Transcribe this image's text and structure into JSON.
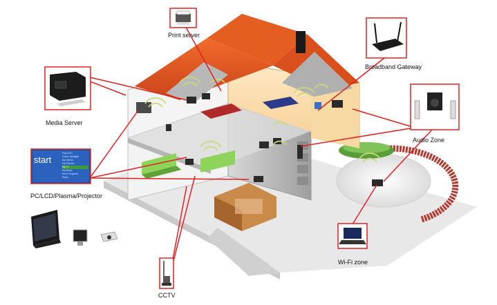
{
  "labels": {
    "print_server": "Print server",
    "broadband_gateway": "Broadband Gateway",
    "media_server": "Media Server",
    "audio_zone": "Audio Zone",
    "pc_display": "PC/LCD/Plasma/Projector",
    "wifi_zone": "Wi-Fi zone",
    "cctv": "CCTV"
  },
  "media_center_screen": {
    "title": "start",
    "menu": [
      "Play DVD",
      "Online Spotlight",
      "My Videos",
      "My Pictures",
      "My TV",
      "My Music",
      "More Programs",
      "Radio"
    ]
  },
  "colors": {
    "connector": "#e02020",
    "roof": "#e0521e",
    "wall": "#f2e6d2",
    "floor": "#d9d9d9"
  }
}
